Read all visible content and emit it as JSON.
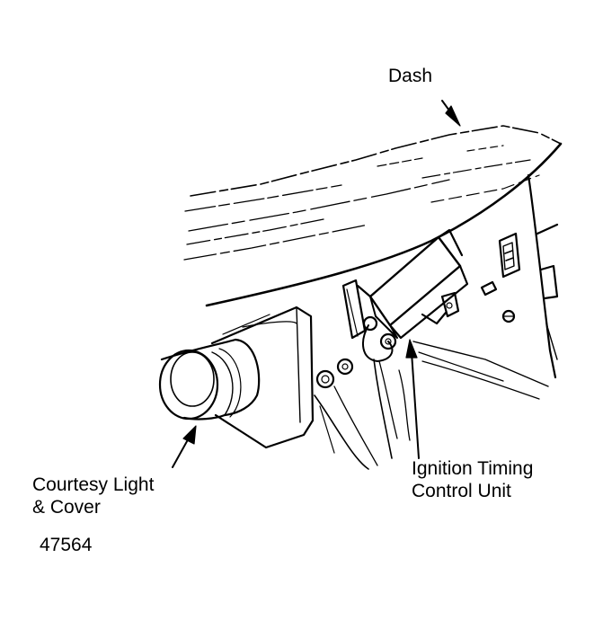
{
  "labels": {
    "dash": "Dash",
    "courtesy_light_line1": "Courtesy Light",
    "courtesy_light_line2": "& Cover",
    "ignition_line1": "Ignition Timing",
    "ignition_line2": "Control Unit"
  },
  "figure_number": "47564",
  "colors": {
    "ink": "#000000",
    "paper": "#ffffff"
  }
}
